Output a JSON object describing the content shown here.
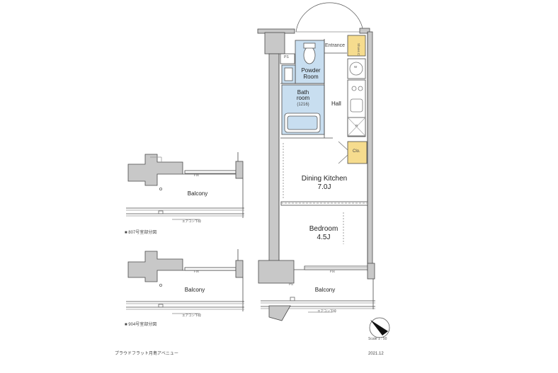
{
  "rooms": {
    "entrance": "Entrance",
    "shoes": "Shoes Cl",
    "ps": "PS",
    "powder_l1": "Powder",
    "powder_l2": "Room",
    "bath_l1": "Bath",
    "bath_l2": "room",
    "bath_size": "(1216)",
    "hall": "Hall",
    "washer": "W",
    "refrigerator": "R",
    "closet": "Clo.",
    "dining_l1": "Dining Kitchen",
    "dining_l2": "7.0J",
    "bed_l1": "Bedroom",
    "bed_l2": "4.5J",
    "balcony": "Balcony",
    "fix": "FIX",
    "ps_bottom": "PS"
  },
  "variants": [
    {
      "caption": "■ 807号室部分図"
    },
    {
      "caption": "■ 904号室部分図"
    }
  ],
  "rail_note": "エアコン下枠",
  "footer": {
    "property": "プラウドフラット月島アベニュー",
    "date": "2021.12",
    "scale": "Scale 1 : 50"
  },
  "colors": {
    "wet_area": "#c8def0",
    "storage": "#f6dc8e",
    "wall": "#c8c8c8",
    "line": "#4a4a4a"
  }
}
